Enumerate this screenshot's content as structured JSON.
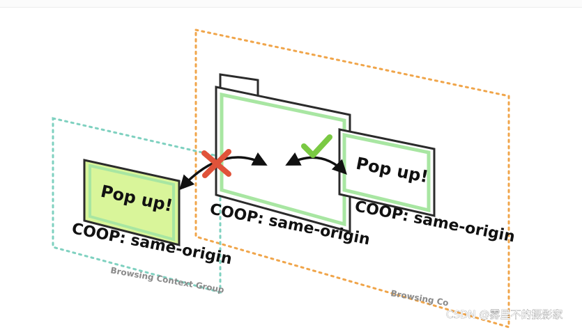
{
  "left_popup": {
    "title": "Pop up!",
    "coop_label": "COOP:  same-origin",
    "fill": "#d9f59a",
    "border": "#2b2b2b"
  },
  "main_window": {
    "coop_label": "COOP:  same-origin",
    "border": "#a8e6a2"
  },
  "right_popup": {
    "title": "Pop up!",
    "coop_label": "COOP:  same-origin",
    "fill": "#ffffff",
    "border": "#2b2b2b"
  },
  "groups": {
    "left_label": "Browsing Context Group",
    "right_label": "Browsing Co",
    "left_color": "#7fd1c0",
    "right_color": "#f0a54a"
  },
  "markers": {
    "blocked_icon": "red-x-icon",
    "blocked_color": "#e0533a",
    "allowed_icon": "green-check-icon",
    "allowed_color": "#7ac943"
  },
  "watermark": "CSDN @雾里不的摄影家"
}
